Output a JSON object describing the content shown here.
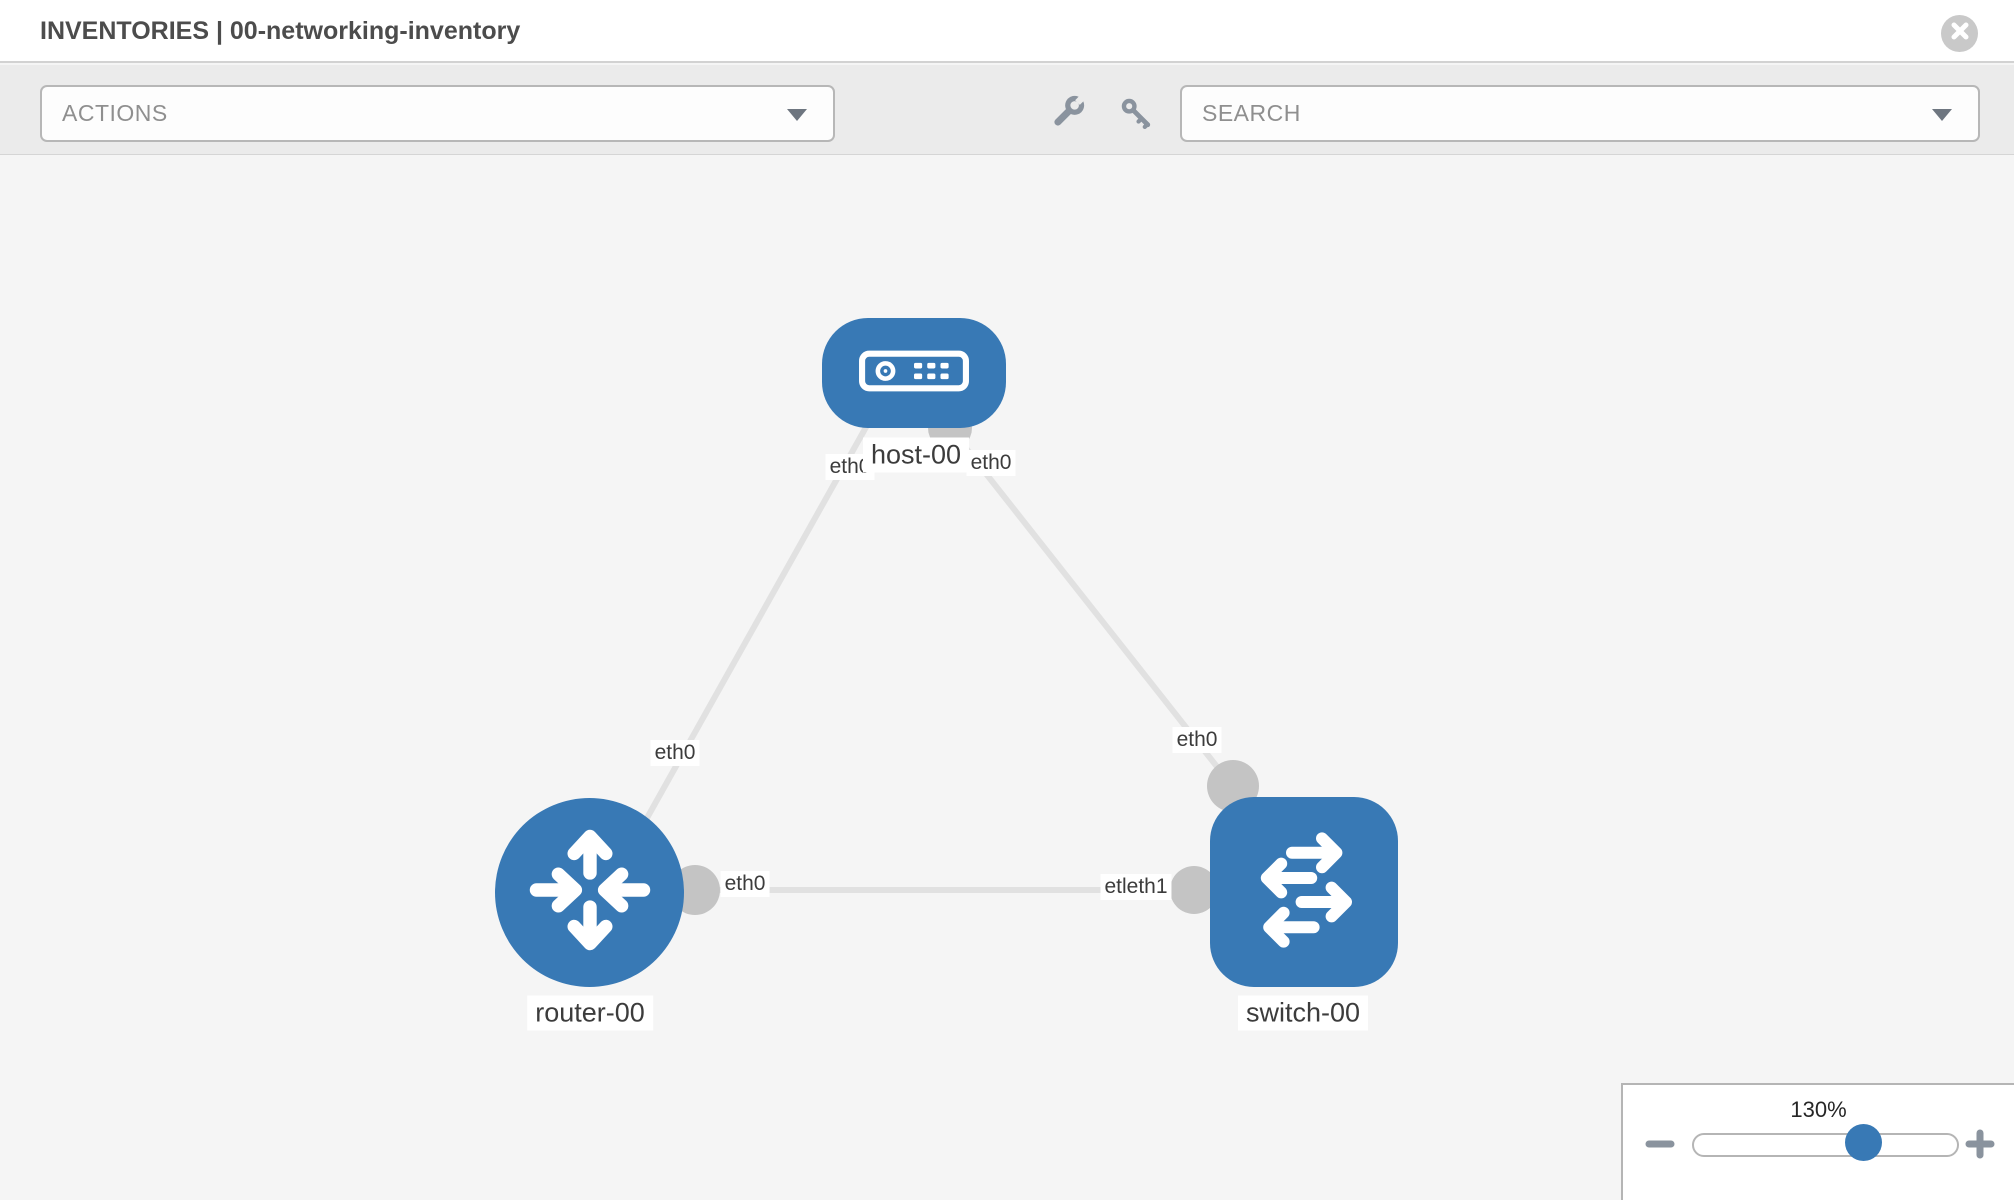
{
  "header": {
    "title": "INVENTORIES | 00-networking-inventory"
  },
  "toolbar": {
    "actions_label": "ACTIONS",
    "search_label": "SEARCH",
    "icons": [
      "wrench-icon",
      "key-icon"
    ]
  },
  "topology": {
    "nodes": [
      {
        "label": "host-00",
        "type": "host"
      },
      {
        "label": "router-00",
        "type": "router"
      },
      {
        "label": "switch-00",
        "type": "switch"
      }
    ],
    "port_labels": [
      "eth0",
      "eth0",
      "eth0",
      "eth0",
      "eth0",
      "etleth1"
    ],
    "links": [
      {
        "from": "host-00",
        "to": "router-00"
      },
      {
        "from": "host-00",
        "to": "switch-00"
      },
      {
        "from": "router-00",
        "to": "switch-00"
      }
    ]
  },
  "zoom_control": {
    "value": "130%"
  },
  "colors": {
    "node_blue": "#3879b5",
    "link_gray": "#e1e1e1",
    "port_gray": "#c4c4c4",
    "icon_gray": "#8a939e",
    "title_gray": "#4c4c4c"
  }
}
